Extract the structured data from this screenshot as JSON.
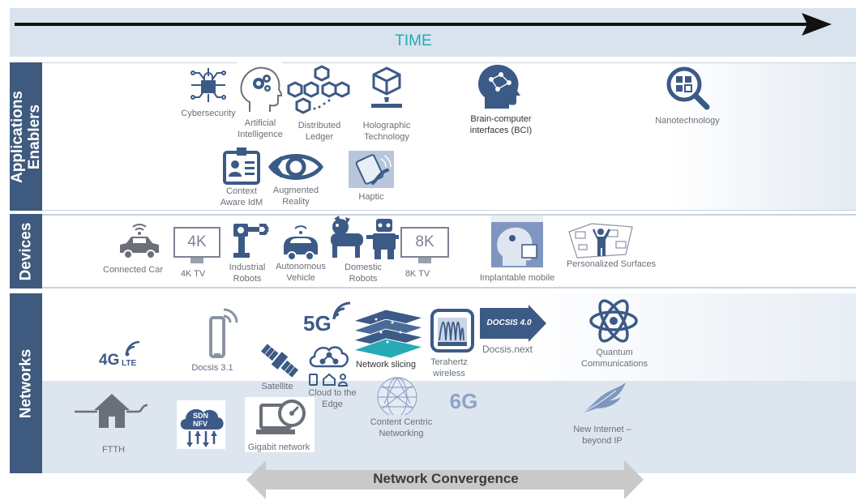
{
  "timeline": {
    "label": "TIME"
  },
  "rows": {
    "applications": "Applications\nEnablers",
    "devices": "Devices",
    "networks": "Networks"
  },
  "applications": {
    "cybersecurity": "Cybersecurity",
    "ai": "Artificial\nIntelligence",
    "ledger": "Distributed\nLedger",
    "holographic": "Holographic\nTechnology",
    "bci": "Brain-computer\ninterfaces (BCI)",
    "nanotech": "Nanotechnology",
    "context_idm": "Context\nAware IdM",
    "ar": "Augmented\nReality",
    "haptic": "Haptic"
  },
  "devices": {
    "connected_car": "Connected Car",
    "tv4k_screen": "4K",
    "tv4k": "4K TV",
    "industrial_robots": "Industrial\nRobots",
    "autonomous_vehicle": "Autonomous\nVehicle",
    "domestic_robots": "Domestic\nRobots",
    "tv8k_screen": "8K",
    "tv8k": "8K TV",
    "implantable": "Implantable mobile",
    "surfaces": "Personalized Surfaces"
  },
  "networks": {
    "lte_main": "4G",
    "lte_sub": "LTE",
    "docsis31": "Docsis 3.1",
    "g5": "5G",
    "satellite": "Satellite",
    "cloud_edge": "Cloud to the\nEdge",
    "slicing": "Network slicing",
    "terahertz": "Terahertz\nwireless",
    "docsis_badge": "DOCSIS 4.0",
    "docsis_next": "Docsis.next",
    "quantum": "Quantum\nCommunications",
    "ftth": "FTTH",
    "sdn": "SDN",
    "nfv": "NFV",
    "gigabit": "Gigabit network",
    "content_centric": "Content Centric\nNetworking",
    "g6": "6G",
    "new_internet": "New Internet –\nbeyond IP"
  },
  "convergence": {
    "label": "Network Convergence"
  },
  "colors": {
    "sidebar": "#3e5a7e",
    "band_light": "#dde5ef",
    "icon_blue": "#3c5a86",
    "accent_cyan": "#27aab3",
    "arrow_gray": "#c9c9c9"
  }
}
